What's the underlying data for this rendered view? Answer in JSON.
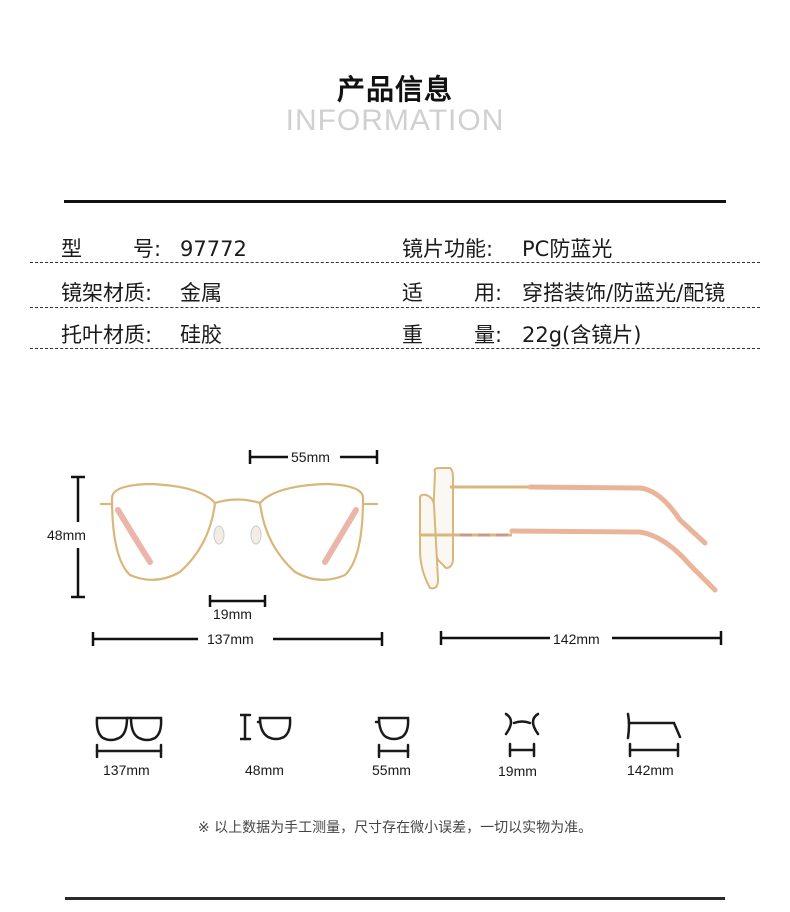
{
  "header": {
    "title_cn": "产品信息",
    "title_en": "INFORMATION"
  },
  "specs": {
    "left": [
      {
        "label_a": "型",
        "label_b": "号:",
        "value": "97772"
      },
      {
        "label_a": "镜架材质:",
        "label_b": "",
        "value": "金属"
      },
      {
        "label_a": "托叶材质:",
        "label_b": "",
        "value": "硅胶"
      }
    ],
    "right": [
      {
        "label_a": "镜片功能:",
        "label_b": "",
        "value": "PC防蓝光"
      },
      {
        "label_a": "适",
        "label_b": "用:",
        "value": "穿搭装饰/防蓝光/配镜"
      },
      {
        "label_a": "重",
        "label_b": "量:",
        "value": "22g(含镜片)"
      }
    ]
  },
  "diagram": {
    "front": {
      "lens_width": "55mm",
      "lens_height": "48mm",
      "bridge": "19mm",
      "total_width": "137mm"
    },
    "side": {
      "temple_length": "142mm"
    },
    "colors": {
      "frame_gold": "#d9b77a",
      "temple_pink": "#e8a99a",
      "dim_line": "#111111"
    }
  },
  "icons": [
    {
      "name": "total-width-icon",
      "label": "137mm"
    },
    {
      "name": "lens-height-icon",
      "label": "48mm"
    },
    {
      "name": "lens-width-icon",
      "label": "55mm"
    },
    {
      "name": "bridge-icon",
      "label": "19mm"
    },
    {
      "name": "temple-length-icon",
      "label": "142mm"
    }
  ],
  "note": "※ 以上数据为手工测量，尺寸存在微小误差，一切以实物为准。"
}
